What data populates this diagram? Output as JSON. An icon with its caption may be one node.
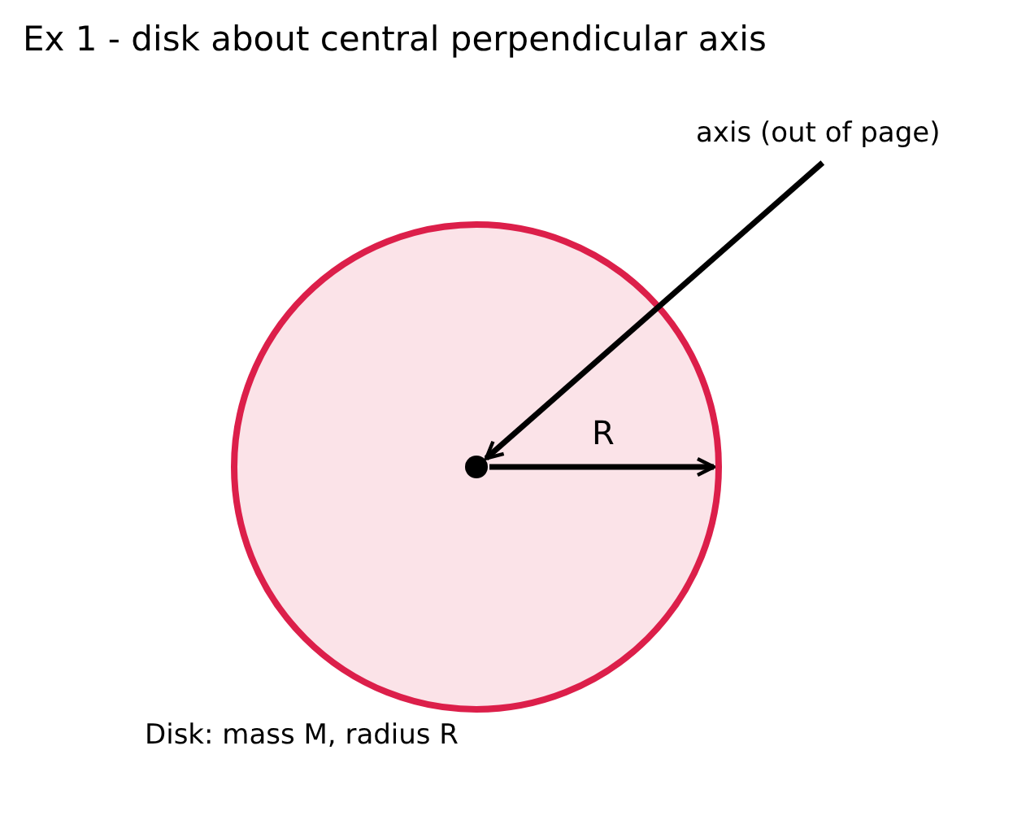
{
  "diagram": {
    "title": "Ex 1 - disk about central perpendicular axis",
    "nodes": [
      {
        "text": [],
        "shape": "circle",
        "beside": [
          "Disk: mass M, radius R"
        ]
      },
      {
        "text": [
          "axis (out of page)"
        ]
      },
      {
        "text": [],
        "shape": "circle",
        "in": 0
      }
    ],
    "edges": [
      {
        "from": 1,
        "to": 2,
        "arrow": "to"
      },
      {
        "from": 2,
        "to": 0,
        "arrow": "to",
        "label": "R"
      }
    ]
  }
}
